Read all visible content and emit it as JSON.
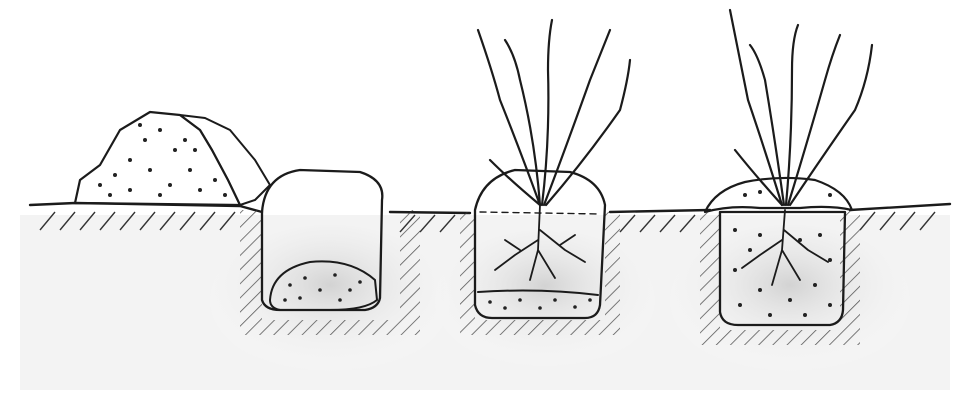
{
  "illustration": {
    "style": "pencil-sketch",
    "stages": [
      {
        "id": "soil-heap",
        "icon": "soil-heap-icon"
      },
      {
        "id": "empty-hole",
        "icon": "planting-hole-icon"
      },
      {
        "id": "placed-shrub",
        "icon": "shrub-roots-icon"
      },
      {
        "id": "backfilled-shrub",
        "icon": "backfilled-shrub-icon"
      }
    ]
  },
  "colors": {
    "ink": "#1b1b1b",
    "paper": "#ffffff",
    "soil-shade": "#d6d6d6",
    "hole-fill": "#f2f2f2",
    "mound-fill": "#e9e9e9"
  }
}
